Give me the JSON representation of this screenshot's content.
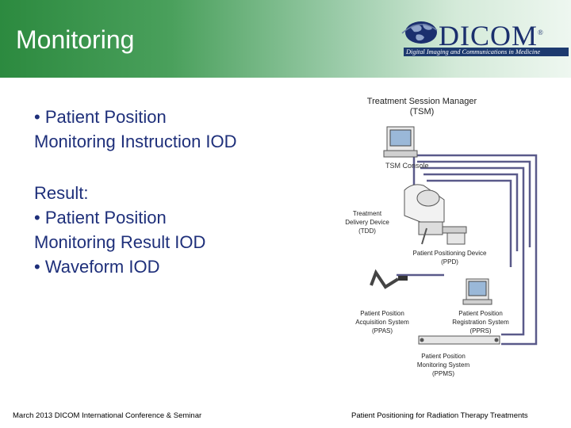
{
  "slide": {
    "title": "Monitoring",
    "logo": {
      "word": "DICOM",
      "registered": "®",
      "subtitle": "Digital Imaging and Communications in Medicine"
    },
    "bullets": {
      "item1_line1": "• Patient Position",
      "item1_line2": "Monitoring Instruction IOD",
      "result_heading": "Result:",
      "item2_line1": "• Patient Position",
      "item2_line2": "Monitoring Result IOD",
      "item3": "• Waveform IOD"
    },
    "diagram": {
      "tsm_line1": "Treatment Session Manager",
      "tsm_line2": "(TSM)",
      "tsm_console": "TSM Console",
      "tdd_line1": "Treatment",
      "tdd_line2": "Delivery Device",
      "tdd_line3": "(TDD)",
      "ppd_line1": "Patient Positioning Device",
      "ppd_line2": "(PPD)",
      "ppas_line1": "Patient Position",
      "ppas_line2": "Acquisition System",
      "ppas_line3": "(PPAS)",
      "pprs_line1": "Patient Position",
      "pprs_line2": "Registration System",
      "pprs_line3": "(PPRS)",
      "ppms_line1": "Patient Position",
      "ppms_line2": "Monitoring System",
      "ppms_line3": "(PPMS)"
    },
    "footer": {
      "left": "March 2013 DICOM International Conference & Seminar",
      "right": "Patient Positioning for Radiation Therapy Treatments"
    },
    "colors": {
      "header_green": "#2c8a3f",
      "body_text": "#1e2f7a",
      "logo_navy": "#1b2f6e"
    }
  }
}
